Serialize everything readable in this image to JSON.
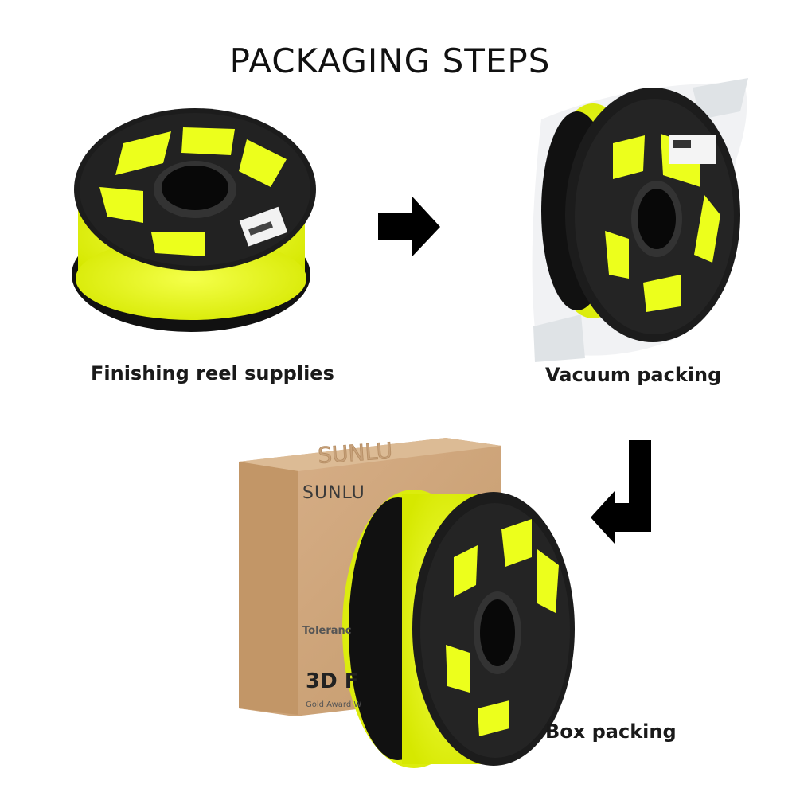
{
  "title": "PACKAGING STEPS",
  "steps": [
    {
      "caption": "Finishing reel supplies"
    },
    {
      "caption": "Vacuum packing"
    },
    {
      "caption": "Box packing"
    }
  ],
  "box": {
    "brand": "SUNLU",
    "brand_top": "SUNLU",
    "text_tolerance": "Toleranc",
    "text_3d": "3D F",
    "text_award": "Gold Award W"
  },
  "colors": {
    "filament": "#e6f21a",
    "spool": "#1c1c1c",
    "box": "#cfa57a",
    "arrow": "#000000"
  }
}
